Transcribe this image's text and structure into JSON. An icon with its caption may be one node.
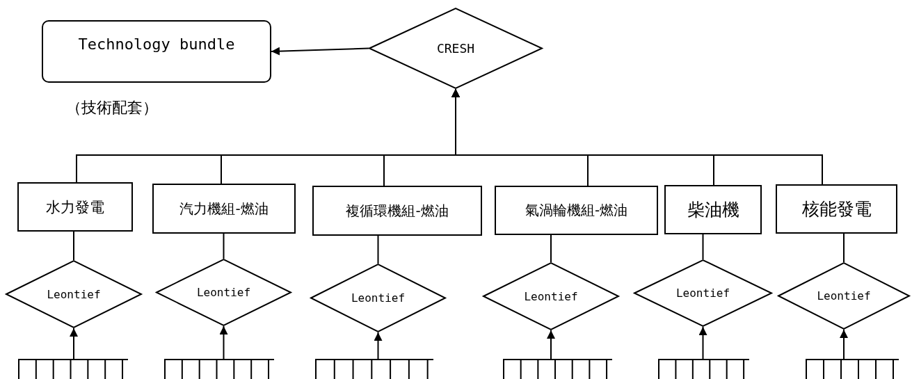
{
  "diagram": {
    "nodes": [
      {
        "text": [
          "Technology bundle"
        ],
        "beside": [
          "（技術配套）"
        ]
      },
      {
        "text": [
          "CRESH"
        ]
      },
      {
        "text": [
          "水力發電"
        ]
      },
      {
        "text": [
          "汽力機組-燃油"
        ]
      },
      {
        "text": [
          "複循環機組-燃油"
        ]
      },
      {
        "text": [
          "氣渦輪機組-燃油"
        ]
      },
      {
        "text": [
          "柴油機"
        ]
      },
      {
        "text": [
          "核能發電"
        ]
      },
      {
        "text": [
          "Leontief"
        ]
      },
      {
        "text": [
          "Leontief"
        ]
      },
      {
        "text": [
          "Leontief"
        ]
      },
      {
        "text": [
          "Leontief"
        ]
      },
      {
        "text": [
          "Leontief"
        ]
      },
      {
        "text": [
          "Leontief"
        ]
      },
      {
        "text": [],
        "shape": "bar"
      },
      {
        "text": [],
        "shape": "bar"
      },
      {
        "text": [],
        "shape": "bar"
      },
      {
        "text": [],
        "shape": "bar"
      },
      {
        "text": [],
        "shape": "bar"
      },
      {
        "text": [],
        "shape": "bar"
      }
    ],
    "edges": [
      {
        "from": 1,
        "to": 0,
        "arrow": "to"
      },
      {
        "from": 2,
        "to": 1,
        "arrow": "to"
      },
      {
        "from": 3,
        "to": 1,
        "arrow": "to"
      },
      {
        "from": 4,
        "to": 1,
        "arrow": "to"
      },
      {
        "from": 5,
        "to": 1,
        "arrow": "to"
      },
      {
        "from": 6,
        "to": 1,
        "arrow": "to"
      },
      {
        "from": 7,
        "to": 1,
        "arrow": "to"
      },
      {
        "from": 2,
        "to": 8,
        "arrow": "none"
      },
      {
        "from": 3,
        "to": 9,
        "arrow": "none"
      },
      {
        "from": 4,
        "to": 10,
        "arrow": "none"
      },
      {
        "from": 5,
        "to": 11,
        "arrow": "none"
      },
      {
        "from": 6,
        "to": 12,
        "arrow": "none"
      },
      {
        "from": 7,
        "to": 13,
        "arrow": "none"
      },
      {
        "from": 14,
        "to": 8,
        "arrow": "to"
      },
      {
        "from": 15,
        "to": 9,
        "arrow": "to"
      },
      {
        "from": 16,
        "to": 10,
        "arrow": "to"
      },
      {
        "from": 17,
        "to": 11,
        "arrow": "to"
      },
      {
        "from": 18,
        "to": 12,
        "arrow": "to"
      },
      {
        "from": 19,
        "to": 13,
        "arrow": "to"
      }
    ]
  }
}
